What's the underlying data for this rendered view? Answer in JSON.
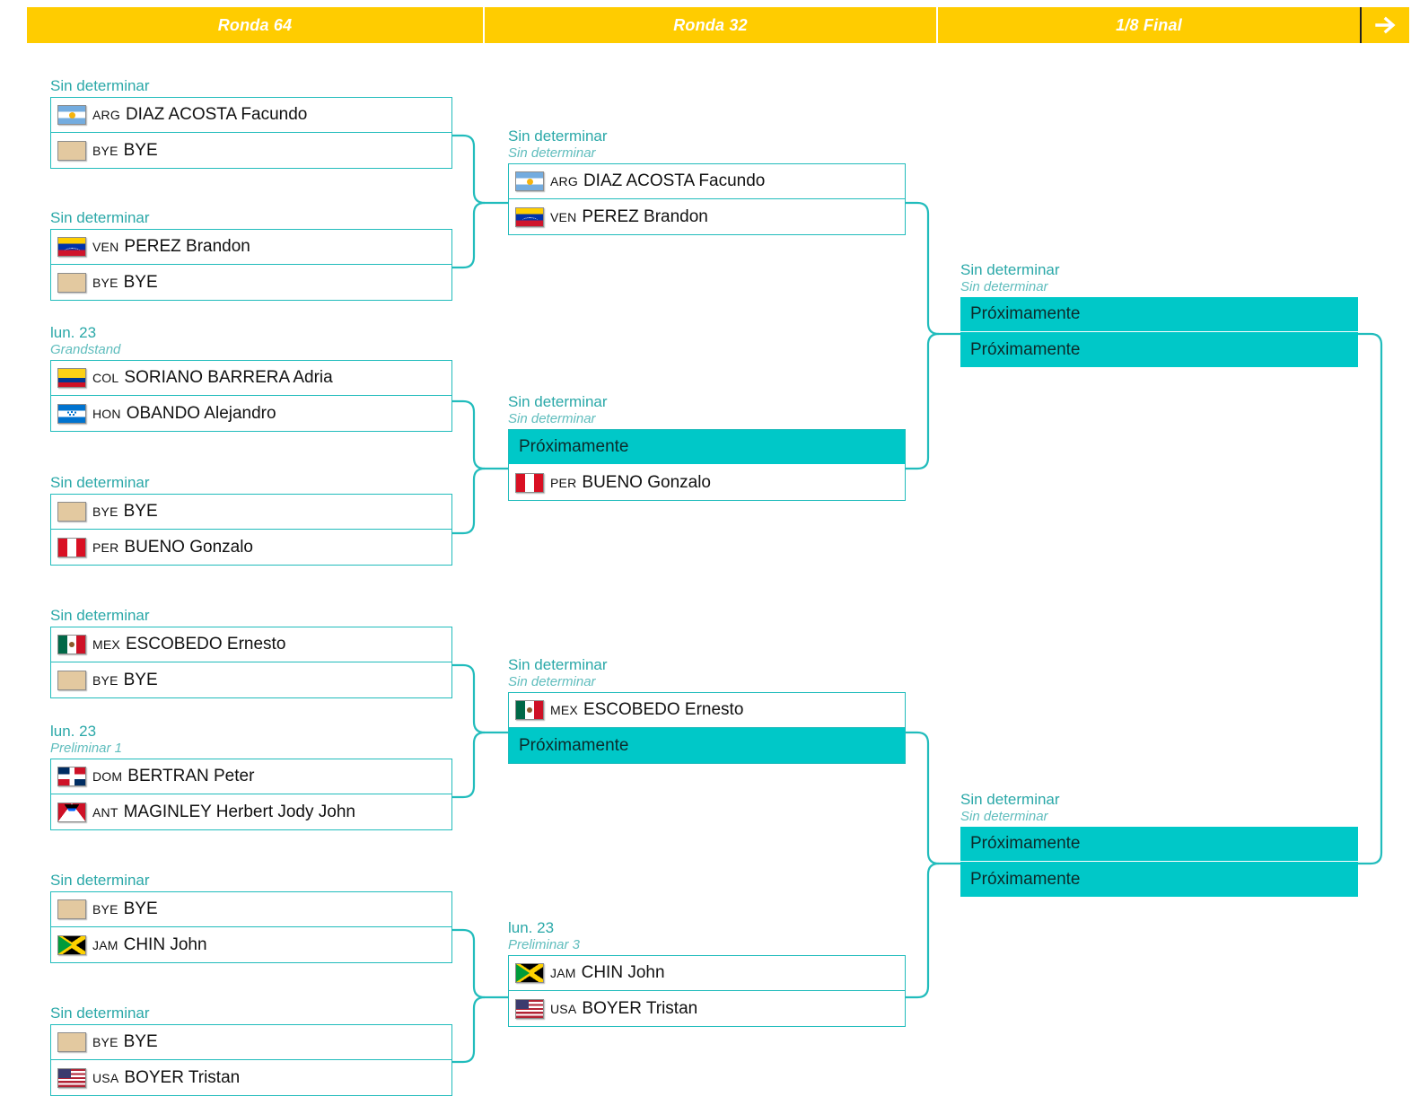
{
  "header": {
    "rounds": [
      {
        "label": "Ronda 64"
      },
      {
        "label": "Ronda 32"
      },
      {
        "label": "1/8 Final"
      }
    ],
    "next_label": "next-round-arrow"
  },
  "labels": {
    "undetermined": "Sin determinar",
    "coming_soon": "Próximamente",
    "bye": "BYE",
    "bye_code": "BYE"
  },
  "rounds": [
    {
      "name": "Ronda 64",
      "matches": [
        {
          "date": "Sin determinar",
          "court": "",
          "players": [
            {
              "code": "ARG",
              "name": "DIAZ ACOSTA Facundo",
              "flag": "arg",
              "tba": false
            },
            {
              "code": "BYE",
              "name": "BYE",
              "flag": "bye",
              "tba": false
            }
          ]
        },
        {
          "date": "Sin determinar",
          "court": "",
          "players": [
            {
              "code": "VEN",
              "name": "PEREZ Brandon",
              "flag": "ven",
              "tba": false
            },
            {
              "code": "BYE",
              "name": "BYE",
              "flag": "bye",
              "tba": false
            }
          ]
        },
        {
          "date": "lun. 23",
          "court": "Grandstand",
          "players": [
            {
              "code": "COL",
              "name": "SORIANO BARRERA Adria",
              "flag": "col",
              "tba": false
            },
            {
              "code": "HON",
              "name": "OBANDO Alejandro",
              "flag": "hon",
              "tba": false
            }
          ]
        },
        {
          "date": "Sin determinar",
          "court": "",
          "players": [
            {
              "code": "BYE",
              "name": "BYE",
              "flag": "bye",
              "tba": false
            },
            {
              "code": "PER",
              "name": "BUENO Gonzalo",
              "flag": "per",
              "tba": false
            }
          ]
        },
        {
          "date": "Sin determinar",
          "court": "",
          "players": [
            {
              "code": "MEX",
              "name": "ESCOBEDO Ernesto",
              "flag": "mex",
              "tba": false
            },
            {
              "code": "BYE",
              "name": "BYE",
              "flag": "bye",
              "tba": false
            }
          ]
        },
        {
          "date": "lun. 23",
          "court": "Preliminar 1",
          "players": [
            {
              "code": "DOM",
              "name": "BERTRAN Peter",
              "flag": "dom",
              "tba": false
            },
            {
              "code": "ANT",
              "name": "MAGINLEY Herbert Jody John",
              "flag": "ant",
              "tba": false
            }
          ]
        },
        {
          "date": "Sin determinar",
          "court": "",
          "players": [
            {
              "code": "BYE",
              "name": "BYE",
              "flag": "bye",
              "tba": false
            },
            {
              "code": "JAM",
              "name": "CHIN John",
              "flag": "jam",
              "tba": false
            }
          ]
        },
        {
          "date": "Sin determinar",
          "court": "",
          "players": [
            {
              "code": "BYE",
              "name": "BYE",
              "flag": "bye",
              "tba": false
            },
            {
              "code": "USA",
              "name": "BOYER Tristan",
              "flag": "usa",
              "tba": false
            }
          ]
        }
      ]
    },
    {
      "name": "Ronda 32",
      "matches": [
        {
          "date": "Sin determinar",
          "court": "Sin determinar",
          "players": [
            {
              "code": "ARG",
              "name": "DIAZ ACOSTA Facundo",
              "flag": "arg",
              "tba": false
            },
            {
              "code": "VEN",
              "name": "PEREZ Brandon",
              "flag": "ven",
              "tba": false
            }
          ]
        },
        {
          "date": "Sin determinar",
          "court": "Sin determinar",
          "players": [
            {
              "code": "",
              "name": "Próximamente",
              "flag": "",
              "tba": true
            },
            {
              "code": "PER",
              "name": "BUENO Gonzalo",
              "flag": "per",
              "tba": false
            }
          ]
        },
        {
          "date": "Sin determinar",
          "court": "Sin determinar",
          "players": [
            {
              "code": "MEX",
              "name": "ESCOBEDO Ernesto",
              "flag": "mex",
              "tba": false
            },
            {
              "code": "",
              "name": "Próximamente",
              "flag": "",
              "tba": true
            }
          ]
        },
        {
          "date": "lun. 23",
          "court": "Preliminar 3",
          "players": [
            {
              "code": "JAM",
              "name": "CHIN John",
              "flag": "jam",
              "tba": false
            },
            {
              "code": "USA",
              "name": "BOYER Tristan",
              "flag": "usa",
              "tba": false
            }
          ]
        }
      ]
    },
    {
      "name": "1/8 Final",
      "matches": [
        {
          "date": "Sin determinar",
          "court": "Sin determinar",
          "players": [
            {
              "code": "",
              "name": "Próximamente",
              "flag": "",
              "tba": true
            },
            {
              "code": "",
              "name": "Próximamente",
              "flag": "",
              "tba": true
            }
          ]
        },
        {
          "date": "Sin determinar",
          "court": "Sin determinar",
          "players": [
            {
              "code": "",
              "name": "Próximamente",
              "flag": "",
              "tba": true
            },
            {
              "code": "",
              "name": "Próximamente",
              "flag": "",
              "tba": true
            }
          ]
        }
      ]
    }
  ],
  "colors": {
    "header_yellow": "#ffcc00",
    "teal": "#00c8c8",
    "border_teal": "#21bcbc",
    "date_teal": "#2aa8a8",
    "court_teal": "#5fbdbd",
    "bye_tan": "#e3c9a0"
  }
}
